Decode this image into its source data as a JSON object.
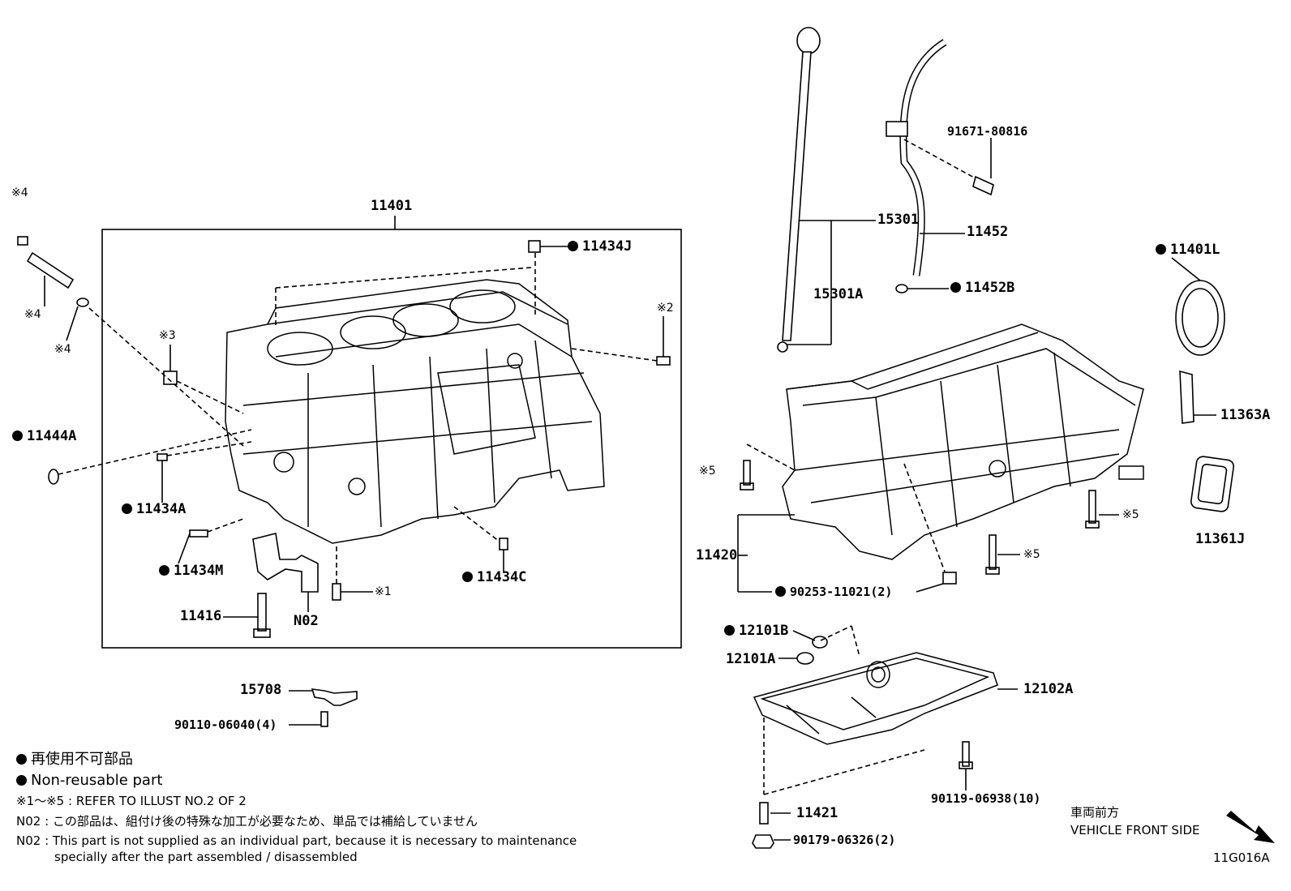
{
  "labels": {
    "p11401": "11401",
    "p11434J": "11434J",
    "p11444A": "11444A",
    "p11434A": "11434A",
    "p11434M": "11434M",
    "p11434C": "11434C",
    "p11416": "11416",
    "pN02": "N02",
    "p15708": "15708",
    "p90110": "90110-06040(4)",
    "p15301": "15301",
    "p15301A": "15301A",
    "p11452": "11452",
    "p11452B": "11452B",
    "p91671": "91671-80816",
    "p11401L": "11401L",
    "p11363A": "11363A",
    "p11361J": "11361J",
    "p11420": "11420",
    "p90253": "90253-11021(2)",
    "p12101B": "12101B",
    "p12101A": "12101A",
    "p12102A": "12102A",
    "p11421": "11421",
    "p90179": "90179-06326(2)",
    "p90119": "90119-06938(10)"
  },
  "refs": {
    "r4a": "※4",
    "r4b": "※4",
    "r4c": "※4",
    "r3": "※3",
    "r2": "※2",
    "r1": "※1",
    "r5a": "※5",
    "r5b": "※5",
    "r5c": "※5"
  },
  "legend": {
    "jp_nonreusable": "再使用不可部品",
    "en_nonreusable": "Non-reusable part",
    "refer": "※1～※5 : REFER TO ILLUST NO.2 OF 2",
    "n02_jp": "N02 : この部品は、組付け後の特殊な加工が必要なため、単品では補給していません",
    "n02_en_1": "N02 : This part is not supplied as an individual part, because it is necessary to maintenance",
    "n02_en_2": "specially after the part assembled / disassembled"
  },
  "front": {
    "jp": "車両前方",
    "en": "VEHICLE FRONT SIDE"
  },
  "illustration_id": "11G016A"
}
